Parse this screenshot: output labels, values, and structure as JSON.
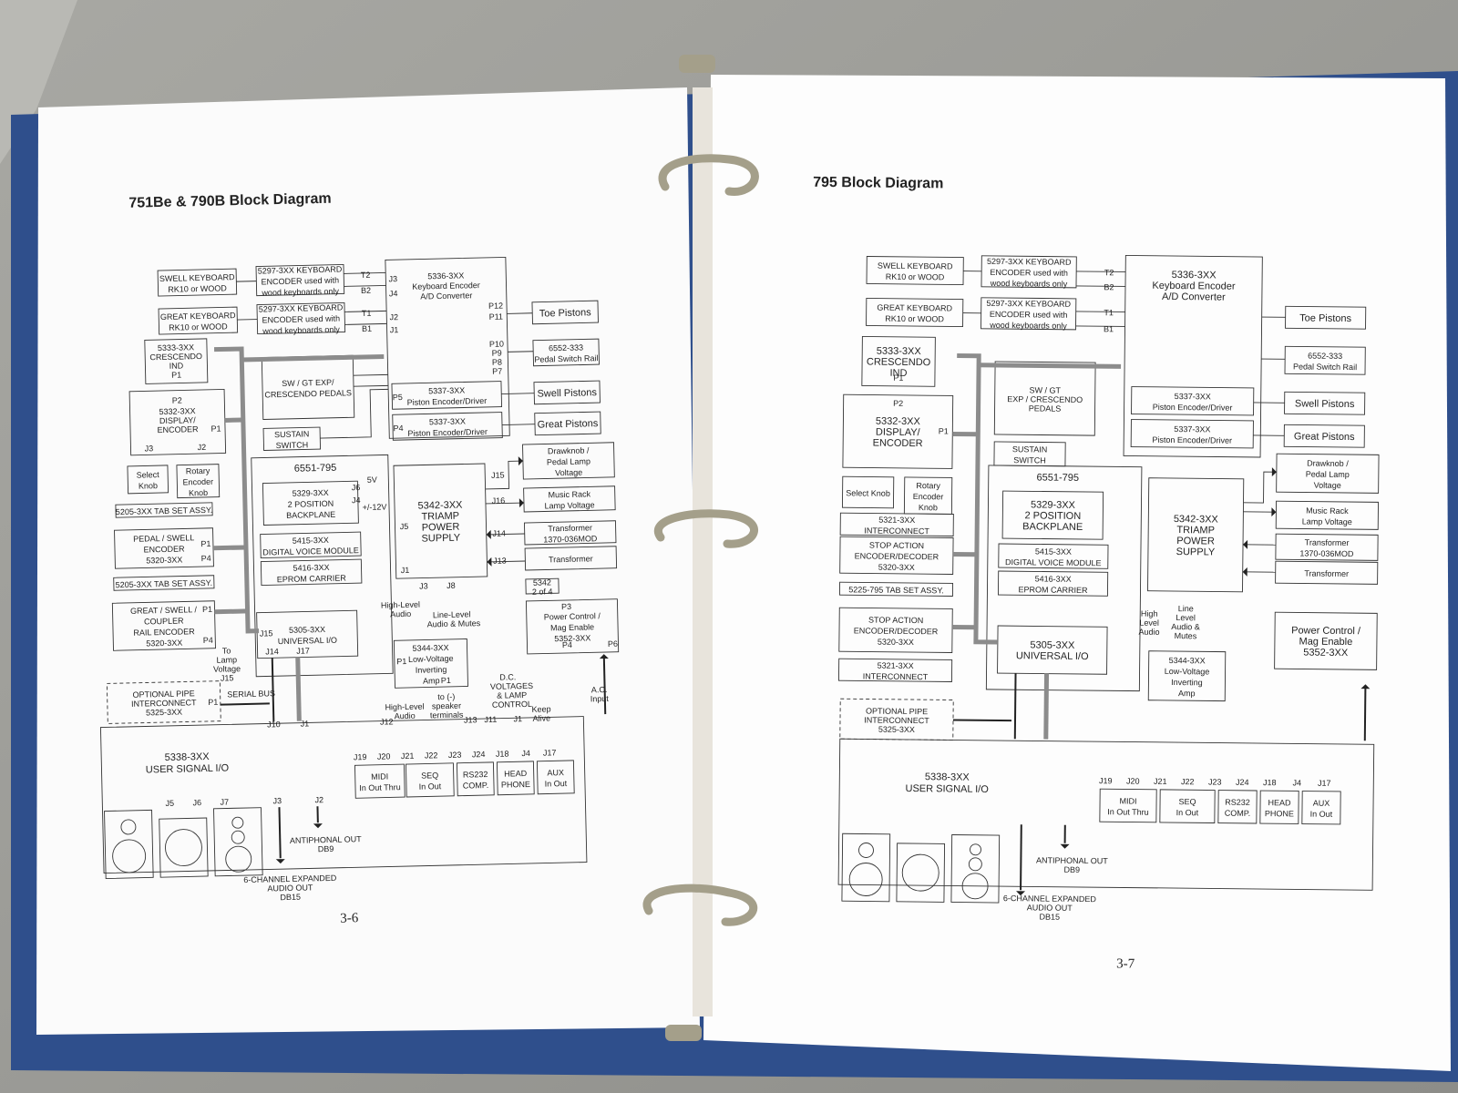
{
  "colors": {
    "desk": "#9a9a96",
    "binder": "#2f4f8c",
    "paper": "#fbfbfb",
    "ink": "#222222",
    "rings": "#a49f8a",
    "bus": "#8c8c8c"
  },
  "left": {
    "title": "751Be & 790B Block Diagram",
    "page_number": "3-6",
    "blocks": {
      "swell_kb": [
        "SWELL KEYBOARD",
        "RK10 or WOOD"
      ],
      "great_kb": [
        "GREAT KEYBOARD",
        "RK10 or WOOD"
      ],
      "enc1": [
        "5297-3XX  KEYBOARD",
        "ENCODER used with",
        "wood keyboards only"
      ],
      "enc2": [
        "5297-3XX  KEYBOARD",
        "ENCODER used with",
        "wood keyboards only"
      ],
      "keyenc": [
        "5336-3XX",
        "Keyboard Encoder",
        "A/D Converter"
      ],
      "cresc": [
        "5333-3XX",
        "CRESCENDO",
        "IND",
        "P1"
      ],
      "display": [
        "P2",
        "5332-3XX",
        "DISPLAY/",
        "ENCODER",
        "P1",
        "J3",
        "J2"
      ],
      "select_knob": [
        "Select",
        "Knob"
      ],
      "rotary": [
        "Rotary",
        "Encoder",
        "Knob"
      ],
      "swgt": [
        "SW / GT EXP/",
        "CRESCENDO PEDALS"
      ],
      "sustain": [
        "SUSTAIN",
        "SWITCH"
      ],
      "pist1": [
        "5337-3XX",
        "Piston Encoder/Driver"
      ],
      "pist2": [
        "5337-3XX",
        "Piston Encoder/Driver"
      ],
      "toe": "Toe Pistons",
      "rail": [
        "6552-333",
        "Pedal Switch Rail"
      ],
      "swell_p": "Swell Pistons",
      "great_p": "Great Pistons",
      "drawknob": [
        "Drawknob /",
        "Pedal Lamp",
        "Voltage"
      ],
      "music_rack": [
        "Music Rack",
        "Lamp Voltage"
      ],
      "trans1": [
        "Transformer",
        "1370-036MOD"
      ],
      "trans2": "Transformer",
      "main": "6551-795",
      "backplane": [
        "5329-3XX",
        "2 POSITION",
        "BACKPLANE"
      ],
      "voice": "5415-3XX",
      "voice2": "DIGITAL VOICE MODULE",
      "eprom": [
        "5416-3XX",
        "EPROM CARRIER"
      ],
      "triamp": [
        "5342-3XX",
        "TRIAMP",
        "POWER",
        "SUPPLY"
      ],
      "tabset1": "5205-3XX TAB SET ASSY.",
      "pedal_enc": [
        "PEDAL / SWELL",
        "ENCODER",
        "5320-3XX"
      ],
      "tabset2": "5205-3XX TAB SET ASSY.",
      "coupler": [
        "GREAT / SWELL /",
        "COUPLER",
        "RAIL ENCODER",
        "5320-3XX"
      ],
      "univ": [
        "5305-3XX",
        "UNIVERSAL I/O"
      ],
      "lowv": [
        "5344-3XX",
        "Low-Voltage",
        "Inverting",
        "Amp"
      ],
      "power": [
        "Power Control /",
        "Mag Enable",
        "5352-3XX"
      ],
      "pipe": [
        "OPTIONAL PIPE",
        "INTERCONNECT",
        "5325-3XX"
      ],
      "user": [
        "5338-3XX",
        "USER SIGNAL I/O"
      ],
      "ports": [
        "MIDI",
        "SEQ",
        "RS232",
        "HEAD",
        "AUX"
      ],
      "port_sub": [
        "In  Out  Thru",
        "In  Out",
        "COMP.",
        "PHONE",
        "In    Out"
      ],
      "notes": [
        "ANTIPHONAL OUT",
        "DB9",
        "6-CHANNEL EXPANDED",
        "AUDIO OUT",
        "DB15",
        "High-Level",
        "Audio",
        "Line-Level",
        "Audio & Mutes",
        "D.C.",
        "VOLTAGES",
        "& LAMP",
        "CONTROL",
        "Keep",
        "Alive",
        "A.C.",
        "Input",
        "To",
        "Lamp",
        "Voltage",
        "SERIAL BUS",
        "to (-)",
        "speaker",
        "terminals",
        "5342",
        "2 of 4"
      ]
    }
  },
  "right": {
    "title": "795 Block Diagram",
    "page_number": "3-7",
    "blocks": {
      "cresc": [
        "5333-3XX",
        "CRESCENDO",
        "IND"
      ],
      "display": [
        "5332-3XX",
        "DISPLAY/",
        "ENCODER"
      ],
      "swgt": [
        "SW / GT",
        "EXP / CRESCENDO",
        "PEDALS"
      ],
      "select_knob": "Select Knob",
      "inter1": [
        "5321-3XX",
        "INTERCONNECT"
      ],
      "stop1": [
        "STOP ACTION",
        "ENCODER/DECODER",
        "5320-3XX"
      ],
      "tabset": "5225-795 TAB SET ASSY.",
      "stop2": [
        "STOP ACTION",
        "ENCODER/DECODER",
        "5320-3XX"
      ],
      "inter2": [
        "5321-3XX",
        "INTERCONNECT"
      ],
      "drawknob": [
        "Drawknob /",
        "Pedal Lamp",
        "Voltage"
      ],
      "music_rack": [
        "Music Rack",
        "Lamp Voltage"
      ],
      "power": [
        "Power Control /",
        "Mag Enable",
        "5352-3XX"
      ],
      "notes": [
        "High",
        "Level",
        "Audio",
        "Line",
        "Level",
        "Audio &",
        "Mutes",
        "ANTIPHONAL OUT",
        "DB9",
        "6-CHANNEL EXPANDED",
        "AUDIO OUT",
        "DB15"
      ]
    }
  }
}
